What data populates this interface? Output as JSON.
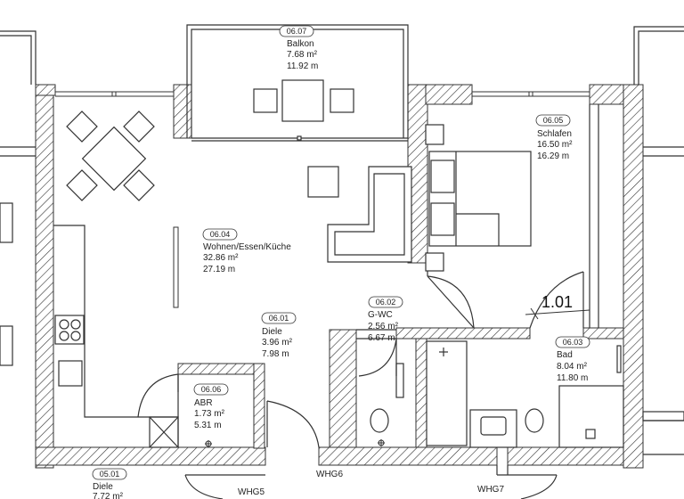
{
  "rooms": [
    {
      "id": "06.07",
      "name": "Balkon",
      "area": "7.68 m²",
      "perimeter": "11.92 m"
    },
    {
      "id": "06.05",
      "name": "Schlafen",
      "area": "16.50 m²",
      "perimeter": "16.29 m"
    },
    {
      "id": "06.04",
      "name": "Wohnen/Essen/Küche",
      "area": "32.86 m²",
      "perimeter": "27.19 m"
    },
    {
      "id": "06.01",
      "name": "Diele",
      "area": "3.96 m²",
      "perimeter": "7.98 m"
    },
    {
      "id": "06.02",
      "name": "G-WC",
      "area": "2.56 m²",
      "perimeter": "6.67 m"
    },
    {
      "id": "06.03",
      "name": "Bad",
      "area": "8.04 m²",
      "perimeter": "11.80 m"
    },
    {
      "id": "06.06",
      "name": "ABR",
      "area": "1.73 m²",
      "perimeter": "5.31 m"
    },
    {
      "id": "05.01",
      "name": "Diele",
      "area": "7.72 m²",
      "perimeter": ""
    }
  ],
  "unit_number": "1.01",
  "neighbor_labels": [
    "WHG6",
    "WHG5",
    "WHG7"
  ]
}
